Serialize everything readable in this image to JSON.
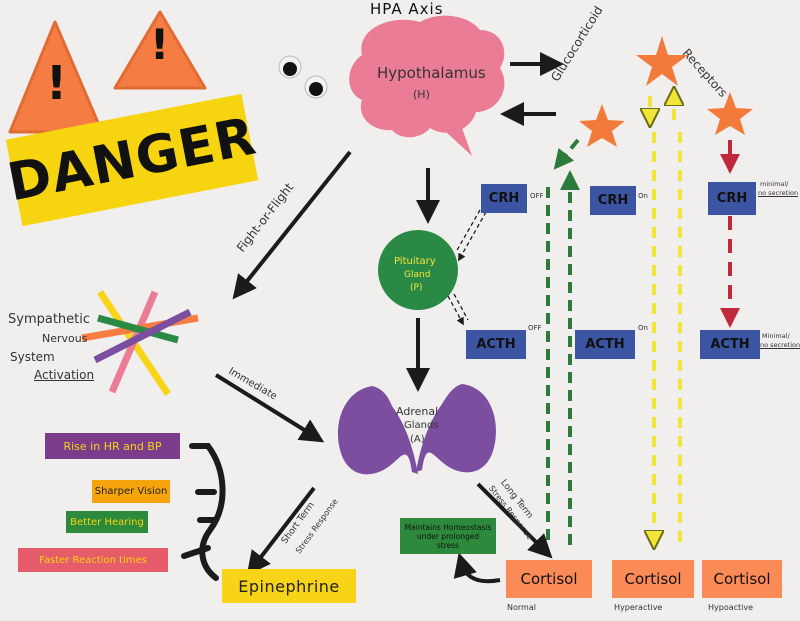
{
  "title": "HPA Axis",
  "danger": {
    "word": "DANGER",
    "sign_mark": "!"
  },
  "hypothalamus": {
    "name": "Hypothalamus",
    "abbr": "(H)"
  },
  "pituitary": {
    "name_l1": "Pituitary",
    "name_l2": "Gland",
    "abbr": "(P)"
  },
  "adrenal": {
    "name_l1": "Adrenal",
    "name_l2": "Glands",
    "abbr": "(A)"
  },
  "sympathetic": {
    "l1": "Sympathetic",
    "l2": "Nervous",
    "l3": "System",
    "l4": "Activation"
  },
  "arrows": {
    "fight_flight": "Fight-or-Flight",
    "immediate": "Immediate",
    "short_term_1": "Short Term",
    "short_term_2": "Stress Response",
    "long_term_1": "Long Term",
    "long_term_2": "Stress Response"
  },
  "effects": [
    "Rise in HR and BP",
    "Sharper Vision",
    "Better Hearing",
    "Faster Reaction times"
  ],
  "epinephrine": "Epinephrine",
  "homeostasis": {
    "l1": "Maintains Homeostasis",
    "l2": "under prolonged",
    "l3": "stress"
  },
  "receptors": {
    "glucocorticoid": "Glucocorticoid",
    "receptors": "Receptors"
  },
  "columns": [
    {
      "crh": "CRH",
      "crh_state": "OFF",
      "acth": "ACTH",
      "acth_state": "OFF",
      "cortisol": "Cortisol",
      "caption": "Normal"
    },
    {
      "crh": "CRH",
      "crh_state": "On",
      "acth": "ACTH",
      "acth_state": "On",
      "cortisol": "Cortisol",
      "caption": "Hyperactive"
    },
    {
      "crh": "CRH",
      "crh_state_1": "minimal/",
      "crh_state_2": "no secretion",
      "acth": "ACTH",
      "acth_state_1": "Minimal/",
      "acth_state_2": "no secretion",
      "cortisol": "Cortisol",
      "caption": "Hypoactive"
    }
  ],
  "colors": {
    "background": "#f1efee",
    "hypothalamus_pink": "#ea7d95",
    "pituitary_green": "#2a8a45",
    "adrenal_purple": "#7b4ea0",
    "box_blue": "#3b55a3",
    "cortisol_orange": "#fa8a56",
    "danger_yellow": "#f6d40f",
    "warning_orange": "#f57c42",
    "star_orange": "#f27a3b",
    "effect_purple": "#7c3c8c",
    "effect_orange": "#f5a40b",
    "effect_green": "#2d8a3d",
    "effect_pink": "#e75c6a",
    "epinephrine_yellow": "#f7d418",
    "arrow_black": "#1b1b1b",
    "dash_green": "#2c7a3c",
    "dash_yellow": "#f2e53a",
    "dash_red": "#c0283b"
  }
}
